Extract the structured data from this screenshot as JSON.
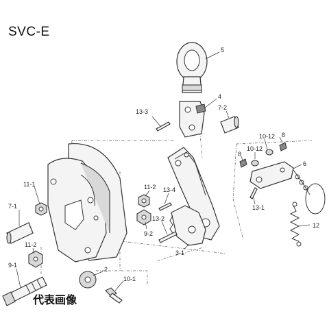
{
  "model": "SVC-E",
  "caption": "代表画像",
  "parts": [
    {
      "id": "p5",
      "label": "5"
    },
    {
      "id": "p4",
      "label": "4"
    },
    {
      "id": "p13_3",
      "label": "13-3"
    },
    {
      "id": "p7_2",
      "label": "7-2"
    },
    {
      "id": "p10_12a",
      "label": "10-12"
    },
    {
      "id": "p8a",
      "label": "8"
    },
    {
      "id": "p10_12b",
      "label": "10-12"
    },
    {
      "id": "p8b",
      "label": "8"
    },
    {
      "id": "p6",
      "label": "6"
    },
    {
      "id": "p11_1",
      "label": "11-1"
    },
    {
      "id": "p11_2a",
      "label": "11-2"
    },
    {
      "id": "p13_4",
      "label": "13-4"
    },
    {
      "id": "p7_1",
      "label": "7-1"
    },
    {
      "id": "p13_1",
      "label": "13-1"
    },
    {
      "id": "p13_2",
      "label": "13-2"
    },
    {
      "id": "p9_2",
      "label": "9-2"
    },
    {
      "id": "p12",
      "label": "12"
    },
    {
      "id": "p11_2b",
      "label": "11-2"
    },
    {
      "id": "p3_1",
      "label": "3-1"
    },
    {
      "id": "p9_1",
      "label": "9-1"
    },
    {
      "id": "p2",
      "label": "2"
    },
    {
      "id": "p10_1",
      "label": "10-1"
    }
  ]
}
